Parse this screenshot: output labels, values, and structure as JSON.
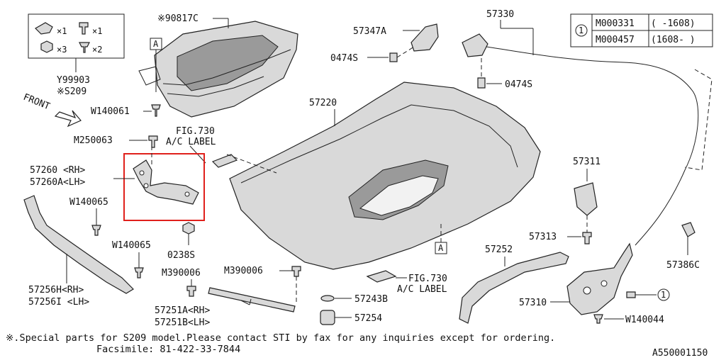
{
  "callouts": {
    "p90817c": "※90817C",
    "p57347a": "57347A",
    "p0474s_a": "0474S",
    "p0474s_b": "0474S",
    "p57330": "57330",
    "p57220": "57220",
    "fig730_top_a": "FIG.730",
    "fig730_top_b": "A/C LABEL",
    "p57260_rh": "57260 <RH>",
    "p57260_lh": "57260A<LH>",
    "p_w140065_a": "W140065",
    "p_w140065_b": "W140065",
    "p0238s": "0238S",
    "p57256h": "57256H<RH>",
    "p57256i": "57256I <LH>",
    "p_m390006_a": "M390006",
    "p_m390006_b": "M390006",
    "p57251a": "57251A<RH>",
    "p57251b": "57251B<LH>",
    "fig730_bot_a": "FIG.730",
    "fig730_bot_b": "A/C LABEL",
    "p57243b": "57243B",
    "p57254": "57254",
    "p57252": "57252",
    "p57311": "57311",
    "p57313": "57313",
    "p57386c": "57386C",
    "p57310": "57310",
    "p_w140044": "W140044",
    "p_w140061": "W140061",
    "p_m250063": "M250063",
    "front": "FRONT",
    "ref_a_1": "A",
    "ref_a_2": "A",
    "ref_1_a": "1",
    "ref_1_b": "1"
  },
  "kit": {
    "qty_1a": "×1",
    "qty_1b": "×1",
    "qty_3": "×3",
    "qty_2": "×2",
    "kit_no": "Y99903",
    "kit_note": "※S209"
  },
  "codes_table": {
    "ref": "1",
    "rows": [
      {
        "code": "M000331",
        "range": "(  -1608)"
      },
      {
        "code": "M000457",
        "range": "(1608-  )"
      }
    ]
  },
  "footer": {
    "note_line1": "※.Special parts for S209 model.Please contact STI by fax for any inquiries except for ordering.",
    "note_line2": "Facsimile: 81-422-33-7844",
    "diagram_id": "A550001150"
  },
  "colors": {
    "highlight": "#e0201b",
    "ink": "#111111"
  }
}
